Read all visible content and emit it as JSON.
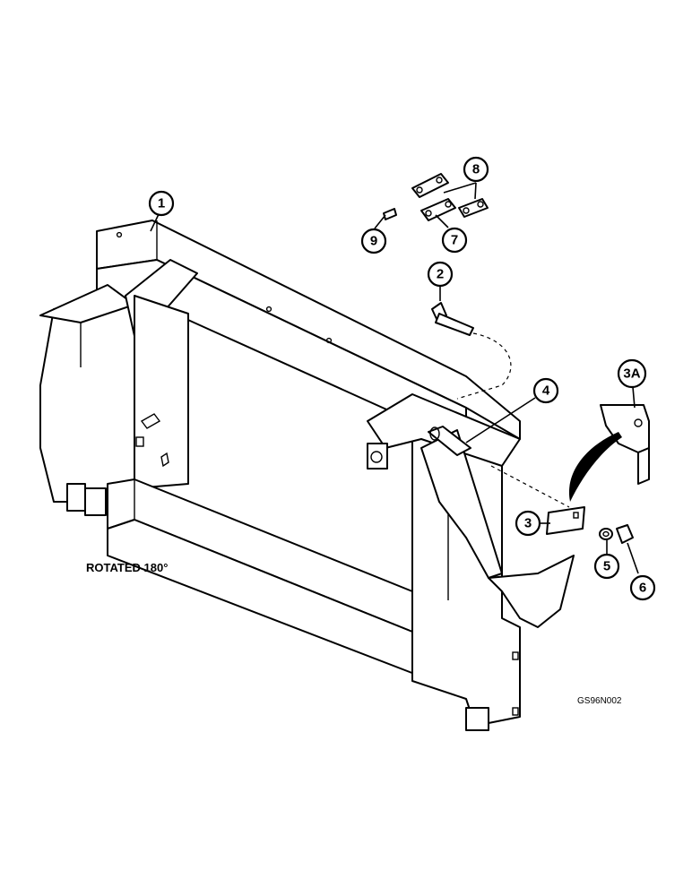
{
  "diagram": {
    "rotated_label": "ROTATED 180°",
    "figure_code": "GS96N002",
    "callouts": [
      {
        "id": "c1",
        "label": "1"
      },
      {
        "id": "c2",
        "label": "2"
      },
      {
        "id": "c3",
        "label": "3"
      },
      {
        "id": "c3a",
        "label": "3A"
      },
      {
        "id": "c4",
        "label": "4"
      },
      {
        "id": "c5",
        "label": "5"
      },
      {
        "id": "c6",
        "label": "6"
      },
      {
        "id": "c7",
        "label": "7"
      },
      {
        "id": "c8",
        "label": "8"
      },
      {
        "id": "c9",
        "label": "9"
      }
    ]
  }
}
